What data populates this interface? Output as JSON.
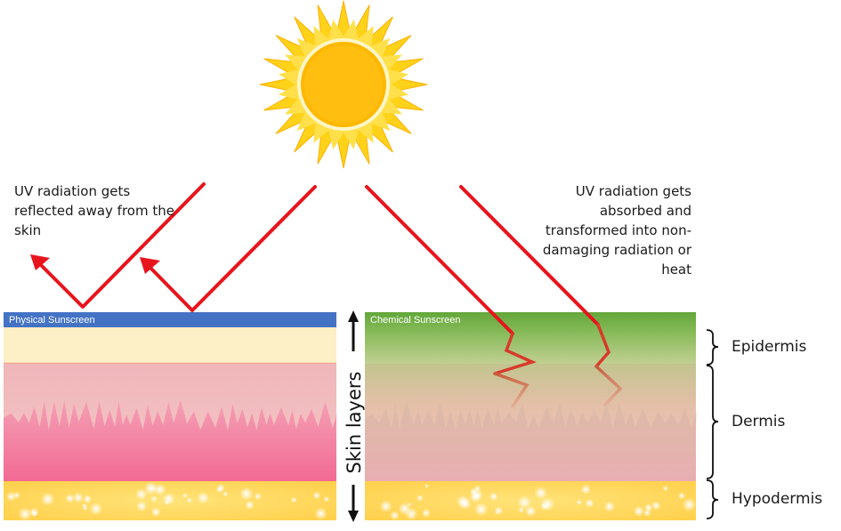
{
  "labels": {
    "reflected": "UV radiation gets reflected away from the skin",
    "absorbed": "UV radiation gets absorbed and transformed into non-damaging radiation or heat",
    "physical_sunscreen": "Physical Sunscreen",
    "chemical_sunscreen": "Chemical Sunscreen",
    "skin_layers": "Skin layers",
    "epidermis": "Epidermis",
    "dermis": "Dermis",
    "hypodermis": "Hypodermis"
  },
  "colors": {
    "uv_ray": "#e8141c",
    "absorbed_ray": "#c87a4a",
    "physical_sunscreen": "#4472c4",
    "chemical_sunscreen": "#6aaa3e",
    "epidermis": "#fdefc4",
    "dermis": "#f2c0c0",
    "dermis_papillae": "#f07098",
    "hypodermis": "#ffd865",
    "sun_core": "#ffb800",
    "sun_rays": "#ffd21a"
  },
  "icons": {
    "sun": "sun-icon",
    "arrow": "double-arrow-icon",
    "bracket": "curly-brace-icon"
  }
}
